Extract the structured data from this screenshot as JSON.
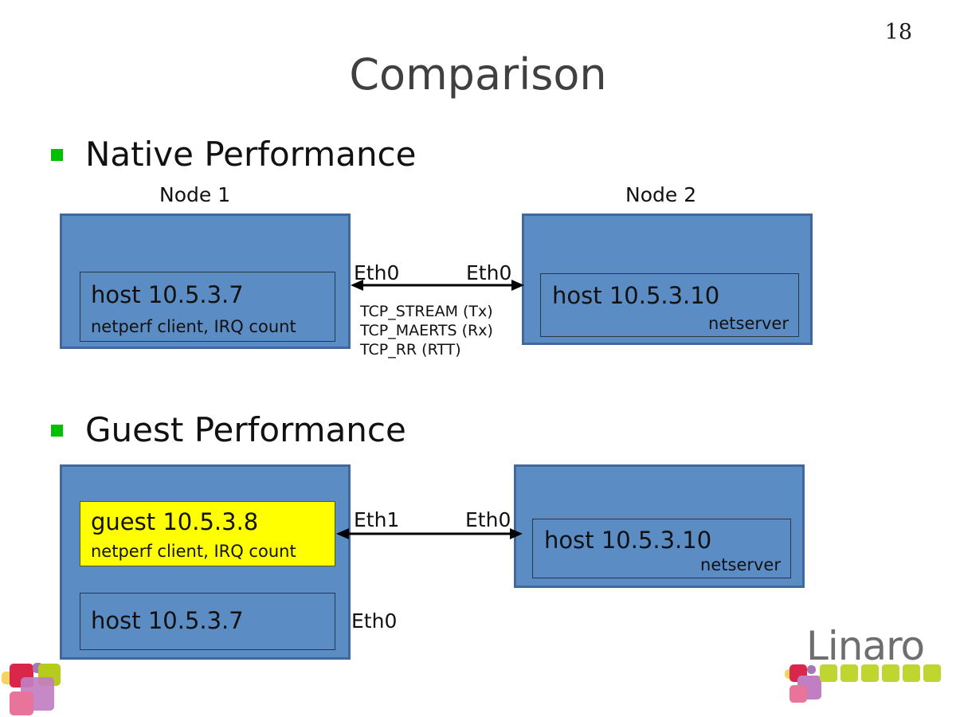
{
  "slide": {
    "page_number": "18",
    "title": "Comparison",
    "bullet_marker_color": "#00c000",
    "box_fill_color": "#5b8cc4",
    "box_border_color": "#41689a",
    "highlight_color": "#ffff00"
  },
  "sections": [
    {
      "bullet_label": "Native Performance",
      "left_node": {
        "caption": "Node 1",
        "inner": {
          "title": "host 10.5.3.7",
          "subtitle": "netperf client, IRQ count"
        }
      },
      "right_node": {
        "caption": "Node 2",
        "inner": {
          "title": "host 10.5.3.10",
          "subtitle": "netserver"
        }
      },
      "link": {
        "left_label": "Eth0",
        "right_label": "Eth0",
        "protocols": [
          "TCP_STREAM (Tx)",
          "TCP_MAERTS (Rx)",
          "TCP_RR (RTT)"
        ]
      }
    },
    {
      "bullet_label": "Guest Performance",
      "left_node": {
        "guest": {
          "title": "guest 10.5.3.8",
          "subtitle": "netperf client, IRQ count"
        },
        "host": {
          "title": "host 10.5.3.7"
        }
      },
      "right_node": {
        "inner": {
          "title": "host 10.5.3.10",
          "subtitle": "netserver"
        }
      },
      "link": {
        "left_label": "Eth1",
        "right_label": "Eth0",
        "bottom_label": "Eth0"
      }
    }
  ],
  "logo": {
    "wordmark": "Linaro",
    "square_color": "#bed62f"
  }
}
